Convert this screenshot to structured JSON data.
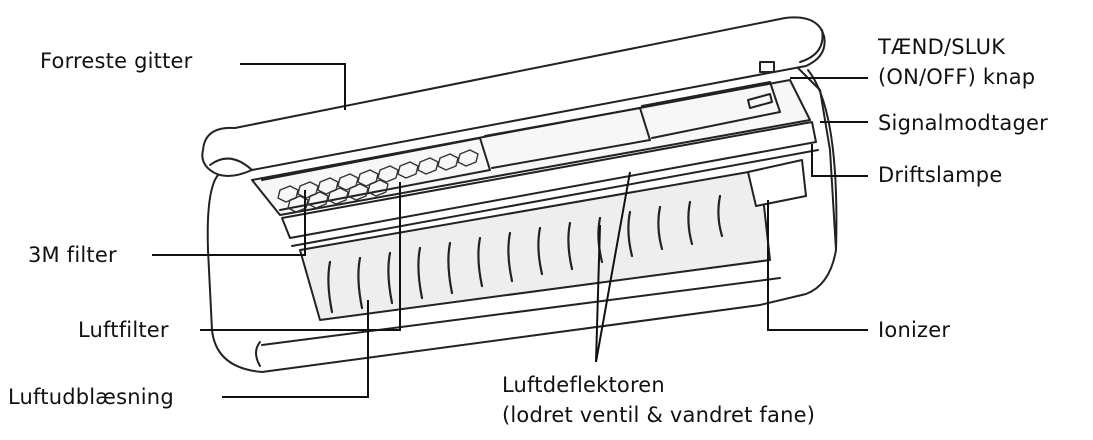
{
  "diagram": {
    "labels": {
      "front_grille": "Forreste gitter",
      "onoff_button_line1": "TÆND/SLUK",
      "onoff_button_line2": "(ON/OFF) knap",
      "signal_receiver": "Signalmodtager",
      "operation_lamp": "Driftslampe",
      "filter_3m": "3M filter",
      "air_filter": "Luftfilter",
      "air_outlet": "Luftudblæsning",
      "ionizer": "Ionizer",
      "air_deflector_line1": "Luftdeflektoren",
      "air_deflector_line2": "(lodret ventil & vandret fane)"
    },
    "colors": {
      "line": "#111111",
      "background": "#ffffff"
    }
  }
}
